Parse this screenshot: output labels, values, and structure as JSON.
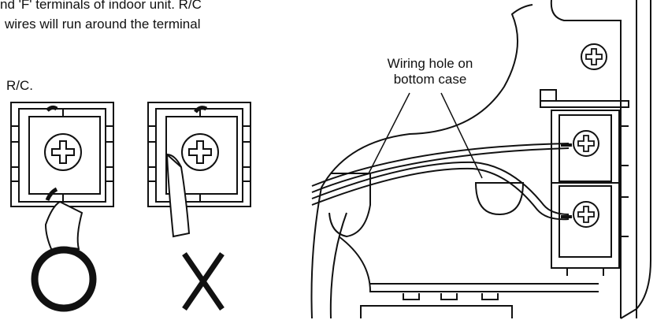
{
  "instructions": {
    "line1": "nd 'F' terminals of indoor unit. R/C",
    "line2": "wires will run around the terminal",
    "rc_label": "R/C."
  },
  "callout": {
    "line1": "Wiring hole on",
    "line2": "bottom case"
  },
  "symbols": {
    "correct": "circle-icon",
    "incorrect": "cross-icon"
  }
}
